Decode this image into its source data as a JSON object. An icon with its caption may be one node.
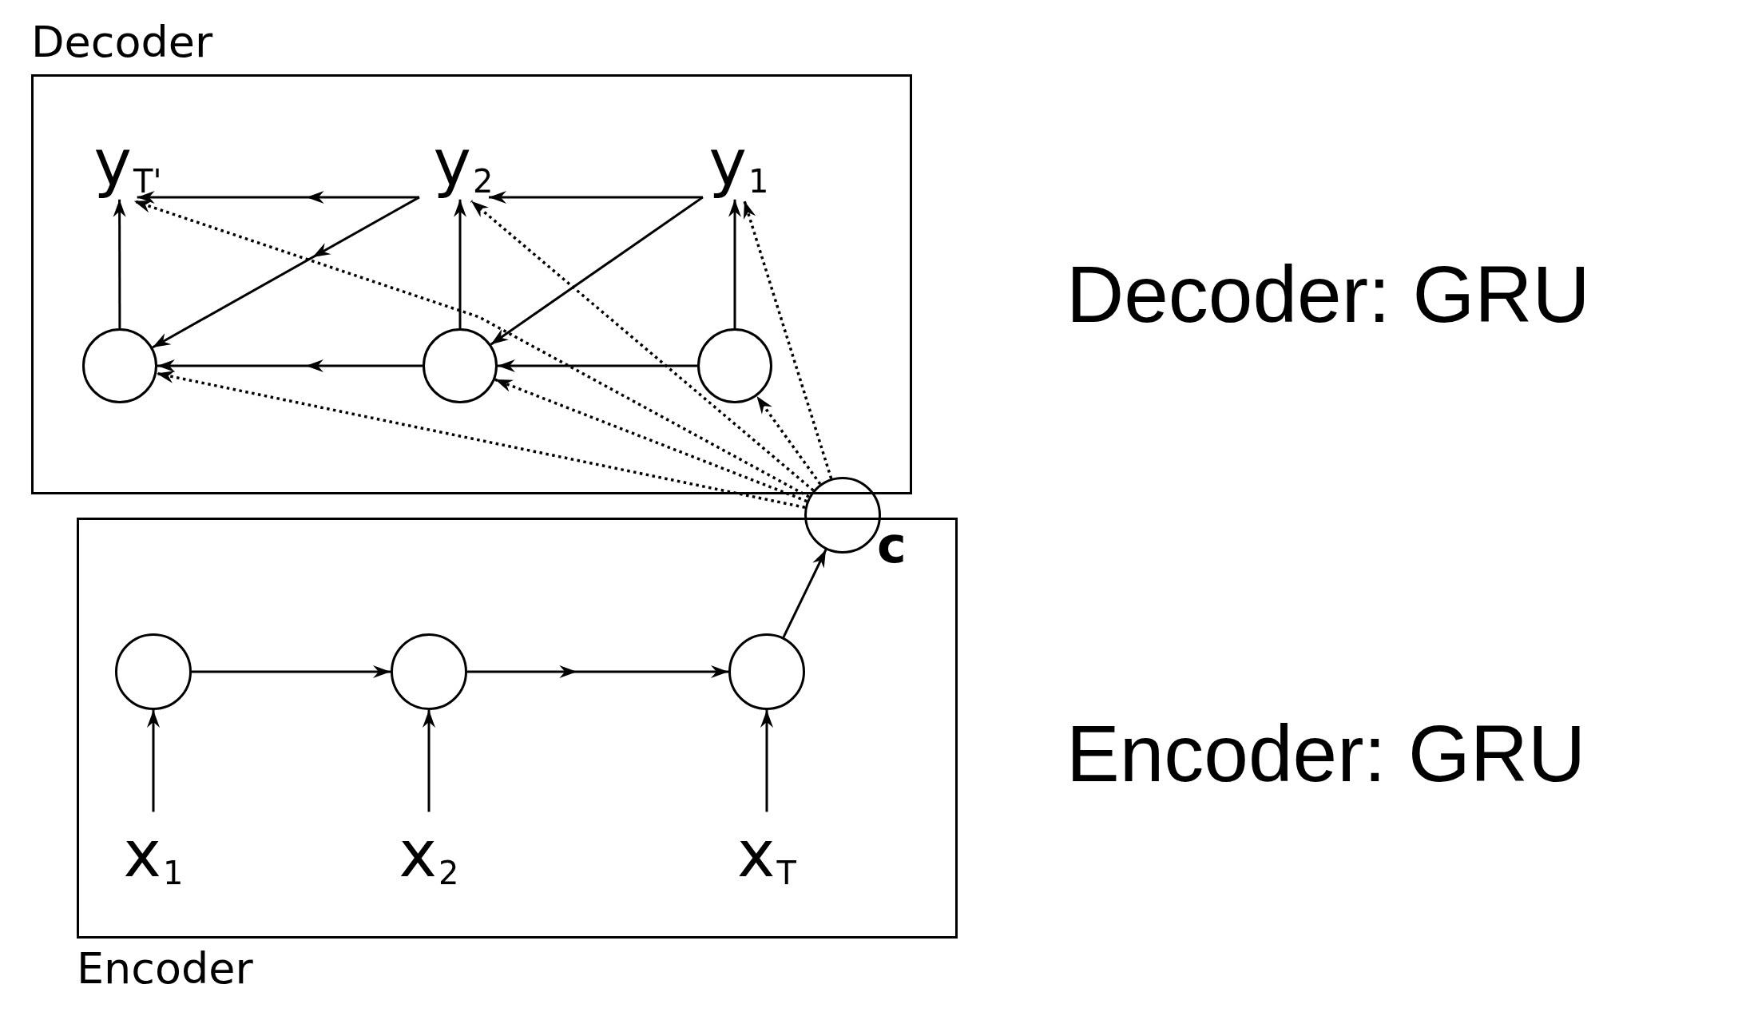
{
  "diagram": {
    "nodes": [
      {
        "text": [
          "Decoder"
        ]
      },
      {
        "text": [],
        "shape": "circle",
        "in": 0
      },
      {
        "text": [],
        "shape": "circle",
        "in": 0
      },
      {
        "text": [],
        "shape": "circle",
        "in": 0
      },
      {
        "text": [
          "y$_{T'}$"
        ],
        "in": 0
      },
      {
        "text": [
          "y$_{2}$"
        ],
        "in": 0
      },
      {
        "text": [
          "y$_{1}$"
        ],
        "in": 0
      },
      {
        "text": [
          "Encoder"
        ]
      },
      {
        "text": [],
        "shape": "circle",
        "in": 7
      },
      {
        "text": [],
        "shape": "circle",
        "in": 7
      },
      {
        "text": [],
        "shape": "circle",
        "in": 7
      },
      {
        "text": [
          "x$_{1}$"
        ],
        "in": 7
      },
      {
        "text": [
          "x$_{2}$"
        ],
        "in": 7
      },
      {
        "text": [
          "x$_{T}$"
        ],
        "in": 7
      },
      {
        "text": [],
        "shape": "circle",
        "beside": [
          "c"
        ]
      }
    ],
    "edges": [
      {
        "from": 3,
        "to": 6,
        "arrow": "to"
      },
      {
        "from": 2,
        "to": 5,
        "arrow": "to"
      },
      {
        "from": 1,
        "to": 4,
        "arrow": "to"
      },
      {
        "from": 3,
        "to": 2,
        "arrow": "to"
      },
      {
        "from": 6,
        "to": 5,
        "arrow": "to"
      },
      {
        "from": 6,
        "to": 2,
        "arrow": "to"
      },
      {
        "from": 5,
        "to": 4,
        "arrow": "to"
      },
      {
        "from": 5,
        "to": 1,
        "arrow": "to"
      },
      {
        "from": 2,
        "to": 1,
        "arrow": "to"
      },
      {
        "from": 14,
        "to": 4,
        "arrow": "to",
        "style": "dashed"
      },
      {
        "from": 14,
        "to": 5,
        "arrow": "to",
        "style": "dashed"
      },
      {
        "from": 14,
        "to": 6,
        "arrow": "to",
        "style": "dashed"
      },
      {
        "from": 14,
        "to": 1,
        "arrow": "to",
        "style": "dashed"
      },
      {
        "from": 14,
        "to": 2,
        "arrow": "to",
        "style": "dashed"
      },
      {
        "from": 14,
        "to": 3,
        "arrow": "to",
        "style": "dashed"
      },
      {
        "from": 11,
        "to": 8,
        "arrow": "to"
      },
      {
        "from": 12,
        "to": 9,
        "arrow": "to"
      },
      {
        "from": 13,
        "to": 10,
        "arrow": "to"
      },
      {
        "from": 8,
        "to": 9,
        "arrow": "to"
      },
      {
        "from": 9,
        "to": 10,
        "arrow": "to"
      },
      {
        "from": 10,
        "to": 14,
        "arrow": "to"
      }
    ],
    "labels": [
      "Decoder: GRU",
      "Encoder: GRU"
    ]
  }
}
